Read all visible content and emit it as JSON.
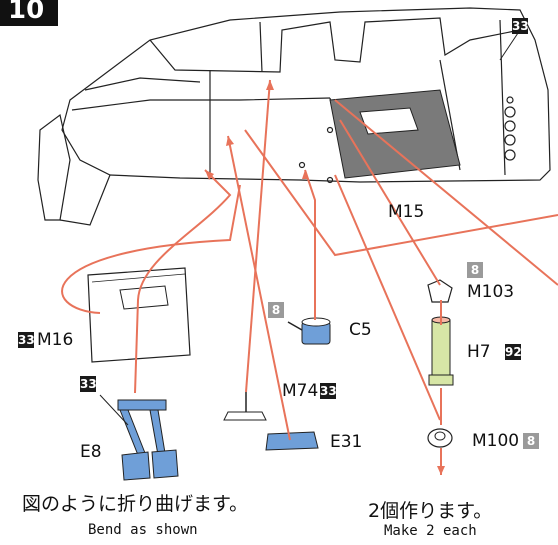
{
  "step_number": "10",
  "badges": {
    "b33_top": "33",
    "b33_m16": "33",
    "b33_e8": "33",
    "b33_m74": "33",
    "b8_c5": "8",
    "b8_m103": "8",
    "b8_m100": "8",
    "b92_h7": "92"
  },
  "parts": {
    "m15": "M15",
    "m16": "M16",
    "c5": "C5",
    "m103": "M103",
    "h7": "H7",
    "m74": "M74",
    "e8": "E8",
    "e31": "E31",
    "m100": "M100"
  },
  "notes": {
    "bend_jp": "図のように折り曲げます。",
    "bend_en": "Bend as shown",
    "make_jp": "2個作ります。",
    "make_en": "Make 2 each"
  },
  "colors": {
    "arrow": "#e8735a",
    "panel": "#7a7a7a",
    "blue": "#6f9fd8",
    "dark_badge": "#1a1a1a",
    "grey_badge": "#9a9a9a"
  }
}
